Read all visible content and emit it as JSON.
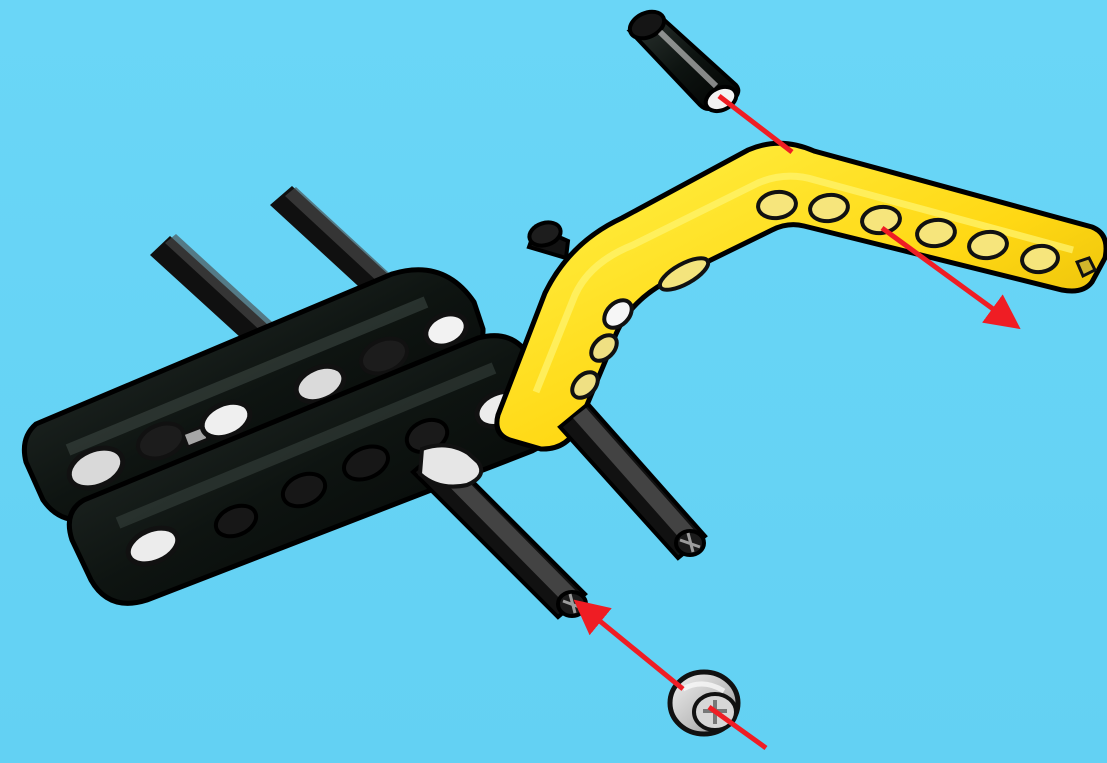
{
  "scene": {
    "background_color": "#66d4f5",
    "parts": [
      {
        "name": "black-connector-pin",
        "color": "#151515"
      },
      {
        "name": "yellow-bent-liftarm",
        "color": "#ffe11a"
      },
      {
        "name": "black-straight-liftarms",
        "color": "#0f1712"
      },
      {
        "name": "black-axles",
        "color": "#101010"
      },
      {
        "name": "gray-bushing",
        "color": "#b8b8b8"
      }
    ],
    "arrows": {
      "color": "#ef1d24"
    }
  }
}
